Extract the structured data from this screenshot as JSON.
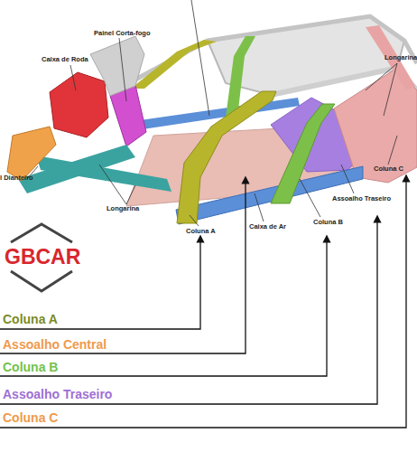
{
  "diagram": {
    "labels": [
      "Painel Corta-fogo",
      "Caixa de Roda",
      "Longarina",
      "l Dianteiro",
      "Longarina",
      "Coluna C",
      "Assoalho Traseiro",
      "Coluna B",
      "Caixa de Ar",
      "Coluna A",
      "GBCAR",
      "Coluna A",
      "Assoalho Central",
      "Coluna B",
      "Assoalho Traseiro",
      "Coluna C"
    ]
  }
}
